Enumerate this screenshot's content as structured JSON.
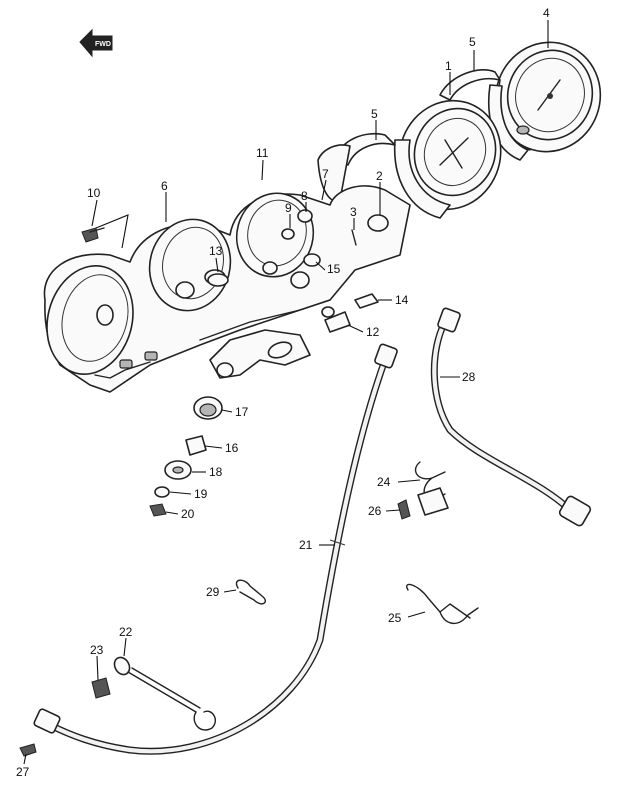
{
  "diagram": {
    "direction_badge": "FWD",
    "callouts": [
      {
        "id": "c1",
        "label": "1"
      },
      {
        "id": "c2",
        "label": "2"
      },
      {
        "id": "c3",
        "label": "3"
      },
      {
        "id": "c4",
        "label": "4"
      },
      {
        "id": "c5a",
        "label": "5"
      },
      {
        "id": "c5b",
        "label": "5"
      },
      {
        "id": "c6",
        "label": "6"
      },
      {
        "id": "c7",
        "label": "7"
      },
      {
        "id": "c8",
        "label": "8"
      },
      {
        "id": "c9",
        "label": "9"
      },
      {
        "id": "c10",
        "label": "10"
      },
      {
        "id": "c11",
        "label": "11"
      },
      {
        "id": "c12",
        "label": "12"
      },
      {
        "id": "c13",
        "label": "13"
      },
      {
        "id": "c14",
        "label": "14"
      },
      {
        "id": "c15",
        "label": "15"
      },
      {
        "id": "c16",
        "label": "16"
      },
      {
        "id": "c17",
        "label": "17"
      },
      {
        "id": "c18",
        "label": "18"
      },
      {
        "id": "c19",
        "label": "19"
      },
      {
        "id": "c20",
        "label": "20"
      },
      {
        "id": "c21",
        "label": "21"
      },
      {
        "id": "c22",
        "label": "22"
      },
      {
        "id": "c23",
        "label": "23"
      },
      {
        "id": "c24",
        "label": "24"
      },
      {
        "id": "c25",
        "label": "25"
      },
      {
        "id": "c26",
        "label": "26"
      },
      {
        "id": "c27",
        "label": "27"
      },
      {
        "id": "c28",
        "label": "28"
      },
      {
        "id": "c29",
        "label": "29"
      }
    ]
  }
}
